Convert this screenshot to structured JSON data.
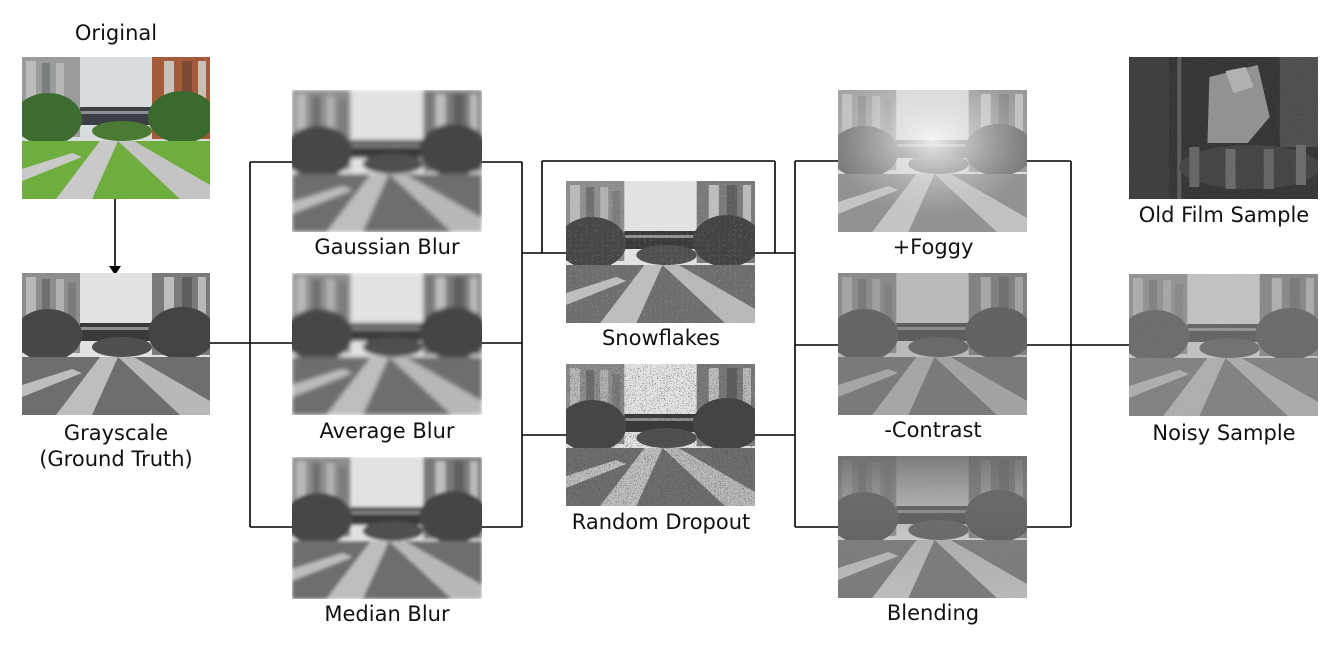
{
  "nodes": {
    "original": {
      "label": "Original"
    },
    "grayscale": {
      "label_line1": "Grayscale",
      "label_line2": "(Ground Truth)"
    },
    "gaussian_blur": {
      "label": "Gaussian Blur"
    },
    "average_blur": {
      "label": "Average Blur"
    },
    "median_blur": {
      "label": "Median Blur"
    },
    "snowflakes": {
      "label": "Snowflakes"
    },
    "random_dropout": {
      "label": "Random Dropout"
    },
    "foggy": {
      "label": "+Foggy"
    },
    "contrast": {
      "label": "-Contrast"
    },
    "blending": {
      "label": "Blending"
    },
    "old_film": {
      "label": "Old Film Sample"
    },
    "noisy": {
      "label": "Noisy Sample"
    }
  },
  "colors": {
    "line": "#000000",
    "sky": "#d9dde0",
    "grass": "#6fae3e",
    "tree": "#2f5a2c"
  }
}
